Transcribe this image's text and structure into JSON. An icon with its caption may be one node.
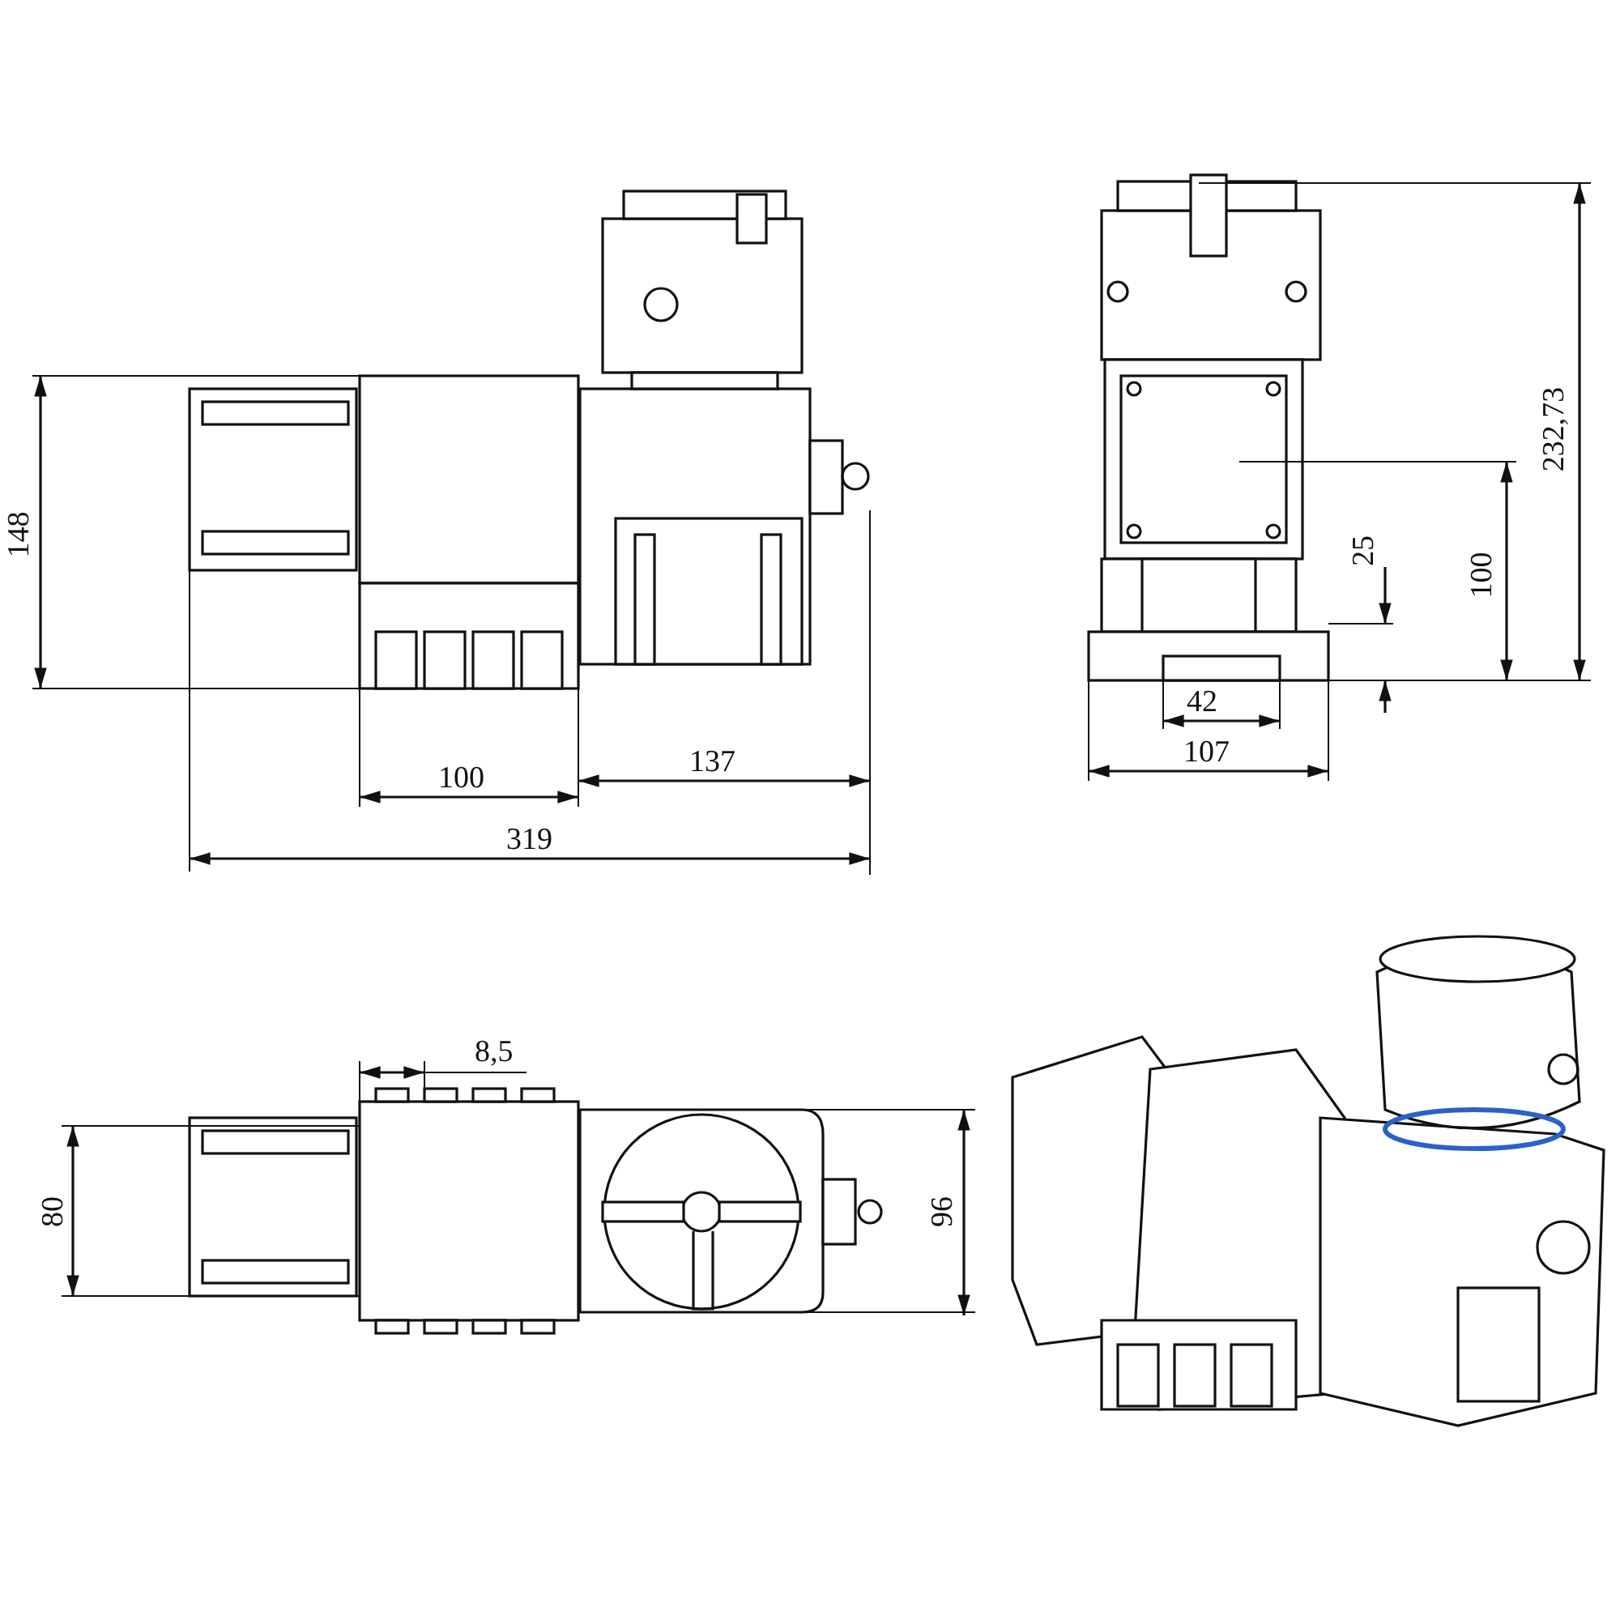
{
  "diagram": {
    "labels": [
      "148",
      "100",
      "137",
      "319",
      "232,73",
      "25",
      "100",
      "42",
      "107",
      "8,5",
      "80",
      "96"
    ]
  }
}
